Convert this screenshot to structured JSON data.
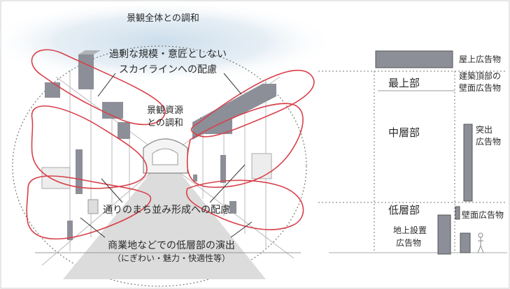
{
  "top_title": "景観全体との調和",
  "callouts": {
    "skyline_line1": "過剰な規模・意匠としない",
    "skyline_line2": "スカイラインへの配慮",
    "resource_line1": "景観資源",
    "resource_line2": "との調和",
    "street_row": "通りのまち並み形成への配慮",
    "low_line1": "商業地などでの低層部の演出",
    "low_line2": "（にぎわい・魅力・快適性等）"
  },
  "building_zones": {
    "top": "最上部",
    "middle": "中層部",
    "low": "低層部"
  },
  "sign_types": {
    "rooftop": "屋上広告物",
    "crown_wall_line1": "建築頂部の",
    "crown_wall_line2": "壁面広告物",
    "projecting_line1": "突出",
    "projecting_line2": "広告物",
    "wall": "壁面広告物",
    "ground_line1": "地上設置",
    "ground_line2": "広告物"
  },
  "colors": {
    "outline_red": "#d9404a",
    "sign_gray": "#8c8f98",
    "sky_blue": "#c9dcea"
  }
}
